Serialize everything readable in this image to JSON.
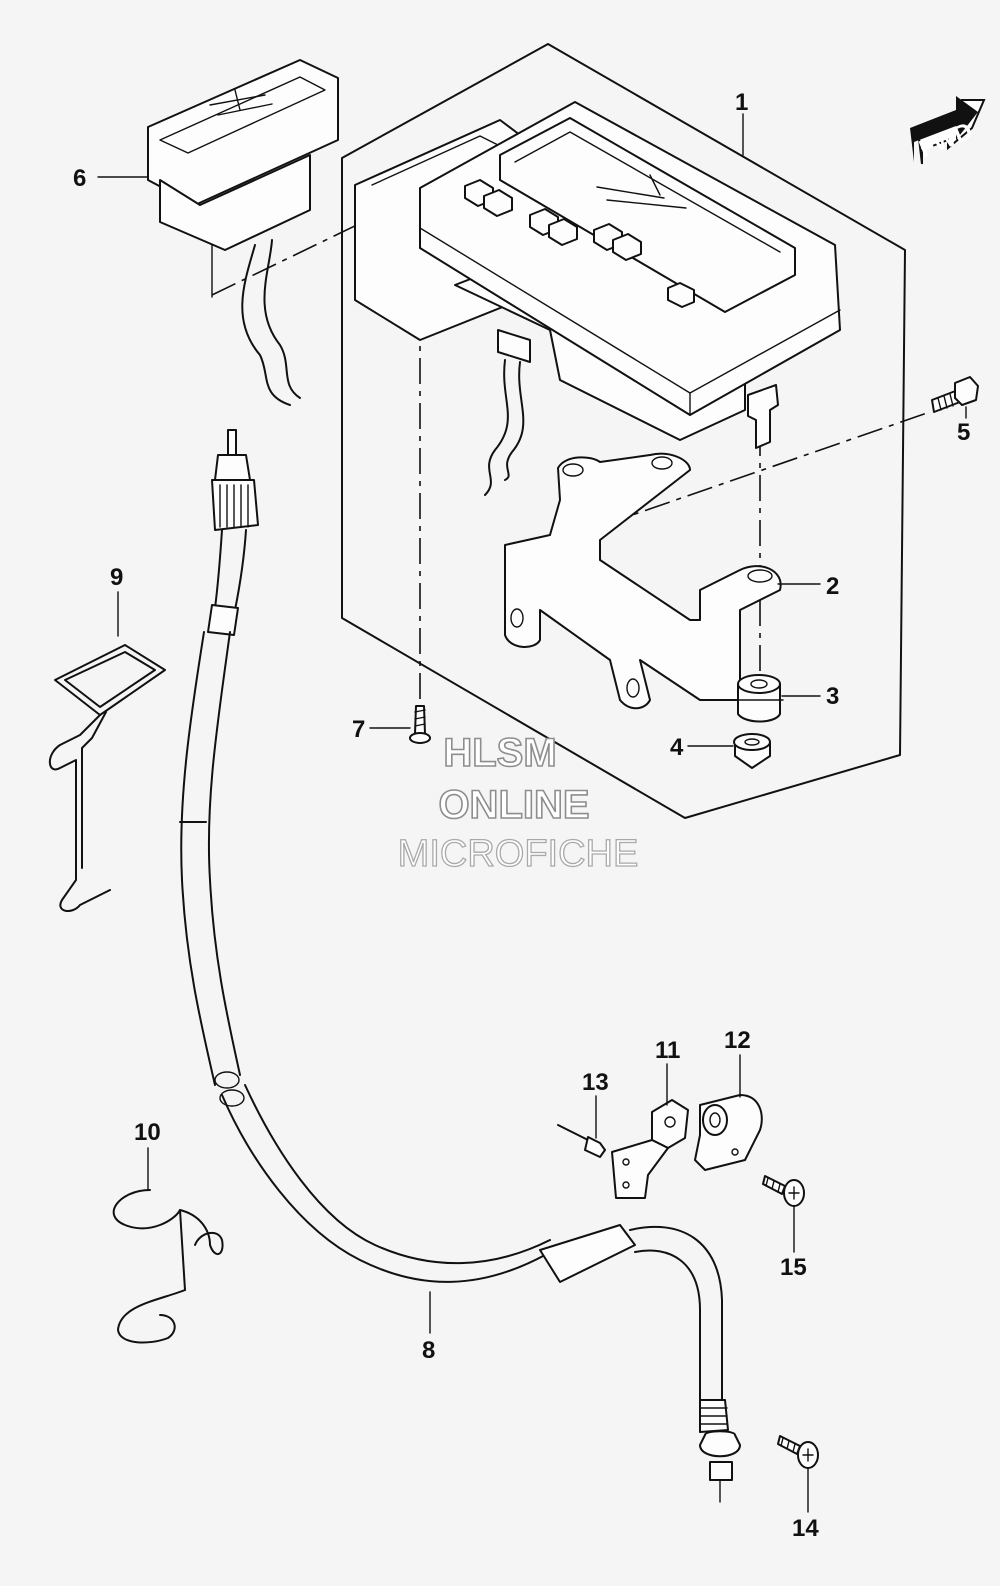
{
  "direction_badge": {
    "label": "FWD"
  },
  "watermark": {
    "line1": "HLSM",
    "line2": "ONLINE",
    "line3": "MICROFICHE"
  },
  "callouts": [
    {
      "id": "1",
      "label": "1"
    },
    {
      "id": "2",
      "label": "2"
    },
    {
      "id": "3",
      "label": "3"
    },
    {
      "id": "4",
      "label": "4"
    },
    {
      "id": "5",
      "label": "5"
    },
    {
      "id": "6",
      "label": "6"
    },
    {
      "id": "7",
      "label": "7"
    },
    {
      "id": "8",
      "label": "8"
    },
    {
      "id": "9",
      "label": "9"
    },
    {
      "id": "10",
      "label": "10"
    },
    {
      "id": "11",
      "label": "11"
    },
    {
      "id": "12",
      "label": "12"
    },
    {
      "id": "13",
      "label": "13"
    },
    {
      "id": "14",
      "label": "14"
    },
    {
      "id": "15",
      "label": "15"
    }
  ]
}
